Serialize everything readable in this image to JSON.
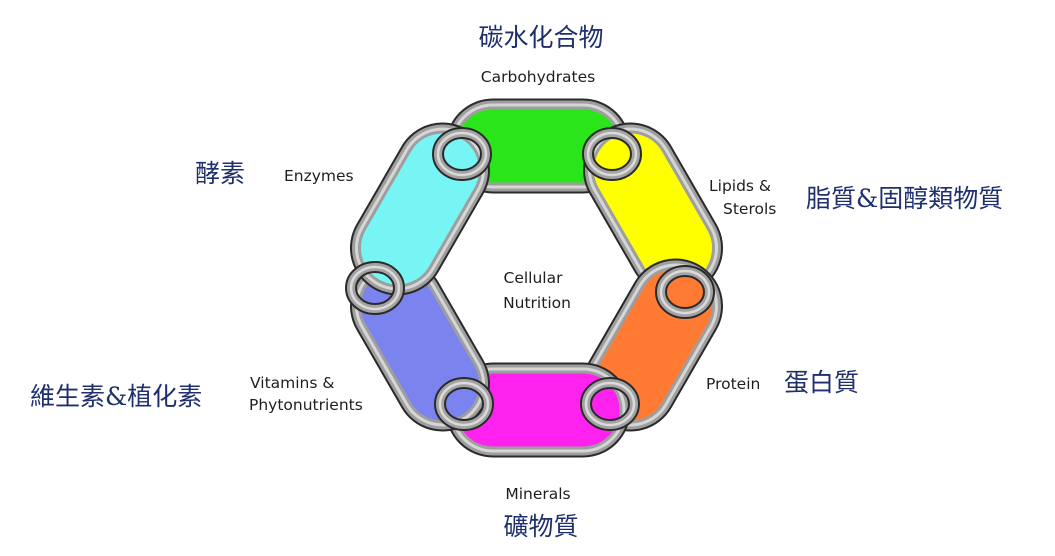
{
  "center_label": {
    "line1": "Cellular",
    "line2": "Nutrition"
  },
  "segments": [
    {
      "key": "carbohydrates",
      "color": "#2be51b",
      "en_label": "Carbohydrates",
      "zh_label": "碳水化合物"
    },
    {
      "key": "lipids",
      "color": "#ffff00",
      "en_label_line1": "Lipids &",
      "en_label_line2": "Sterols",
      "zh_label": "脂質&固醇類物質"
    },
    {
      "key": "protein",
      "color": "#ff7a33",
      "en_label": "Protein",
      "zh_label": "蛋白質"
    },
    {
      "key": "minerals",
      "color": "#ff22ee",
      "en_label": "Minerals",
      "zh_label": "礦物質"
    },
    {
      "key": "vitamins",
      "color": "#7b83ee",
      "en_label_line1": "Vitamins &",
      "en_label_line2": "Phytonutrients",
      "zh_label": "維生素&植化素"
    },
    {
      "key": "enzymes",
      "color": "#77f5f5",
      "en_label": "Enzymes",
      "zh_label": "酵素"
    }
  ]
}
